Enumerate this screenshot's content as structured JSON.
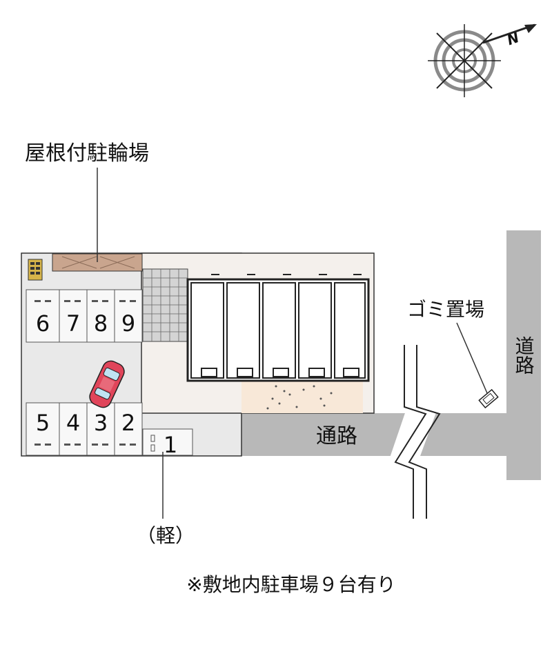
{
  "compass": {
    "north_label": "N"
  },
  "labels": {
    "bike_parking": "屋根付駐輪場",
    "garbage": "ゴミ置場",
    "road_main": "道路",
    "road_passage": "通路",
    "kei_note": "（軽）",
    "footnote": "※敷地内駐車場９台有り"
  },
  "parking_top": [
    "6",
    "7",
    "8",
    "9"
  ],
  "parking_bottom": [
    "5",
    "4",
    "3",
    "2"
  ],
  "parking_kei": "1",
  "colors": {
    "site": "#e9e9e9",
    "road": "#b8b8b8",
    "roof": "#c9a58e",
    "sand": "#f8e8d8",
    "car": "#e0455a",
    "mailbox": "#d6b44a"
  }
}
